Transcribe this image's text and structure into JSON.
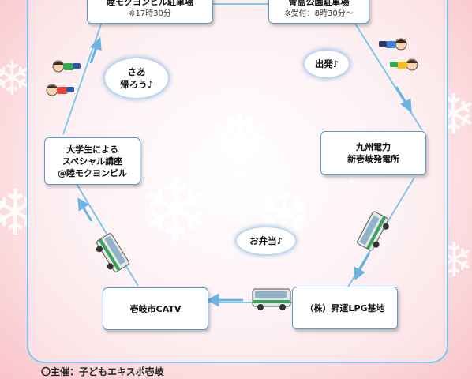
{
  "nodes": {
    "top_left": {
      "title": "睦モクヨンビル駐車場",
      "note": "※17時30分"
    },
    "top_right": {
      "title": "青島公園駐車場",
      "note": "※受付：8時30分～"
    },
    "right_upper": {
      "line1": "九州電力",
      "line2": "新壱岐発電所"
    },
    "bottom_right": {
      "title": "（株）昇運LPG基地"
    },
    "bottom_left": {
      "title": "壱岐市CATV"
    },
    "left_mid": {
      "line1": "大学生による",
      "line2": "スペシャル講座",
      "line3": "@睦モクヨンビル"
    }
  },
  "bubbles": {
    "go_home": {
      "line1": "さあ",
      "line2": "帰ろう♪"
    },
    "departure": {
      "text": "出発♪"
    },
    "lunch": {
      "text": "お弁当♪"
    }
  },
  "footer": {
    "text": "〇主催：子どもエキスポ壱岐"
  },
  "colors": {
    "accent": "#7ec8ee",
    "node_border": "#5a9bd5",
    "background": "#f9c4c9"
  }
}
